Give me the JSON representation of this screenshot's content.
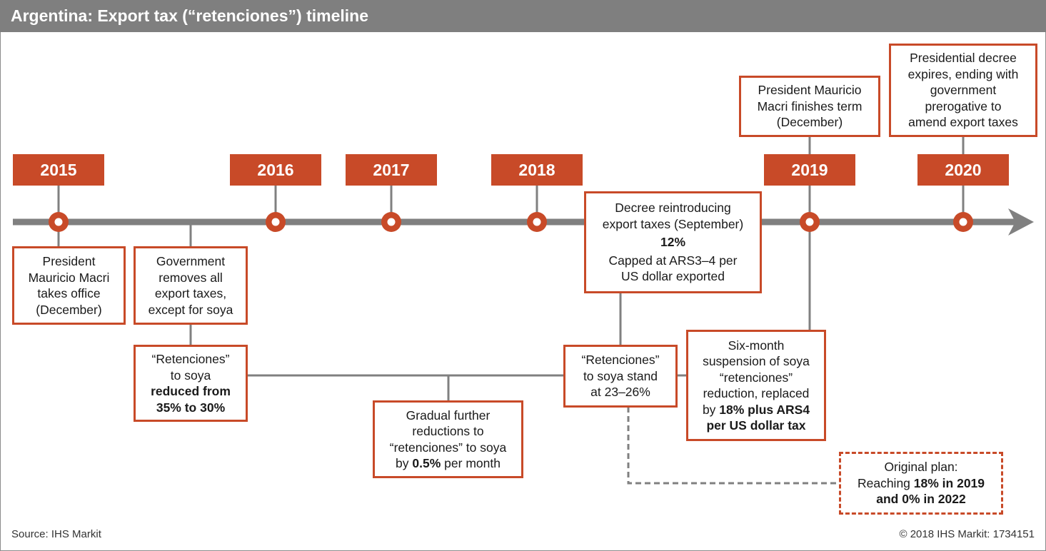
{
  "title": "Argentina: Export tax (“retenciones”) timeline",
  "years": [
    "2015",
    "2016",
    "2017",
    "2018",
    "2019",
    "2020"
  ],
  "events": {
    "macri_takes_office": [
      "President",
      "Mauricio Macri",
      "takes office",
      "(December)"
    ],
    "gov_removes_taxes": [
      "Government",
      "removes all",
      "export taxes,",
      "except for soya"
    ],
    "retenciones_reduced": [
      "“Retenciones”",
      "to soya",
      "reduced from",
      "35% to 30%"
    ],
    "gradual_reductions": [
      "Gradual further",
      "reductions to",
      "“retenciones” to soya",
      "by ",
      "0.5%",
      " per month"
    ],
    "decree_reintroducing": [
      "Decree reintroducing",
      "export taxes (September)",
      "12%",
      "Capped at ARS3–4 per",
      "US dollar exported"
    ],
    "retenciones_stand": [
      "“Retenciones”",
      "to soya stand",
      "at 23–26%"
    ],
    "six_month_suspension": [
      "Six-month",
      "suspension of soya",
      "“retenciones”",
      "reduction, replaced",
      "by ",
      "18% plus ARS4",
      "per US dollar tax"
    ],
    "macri_finishes_term": [
      "President Mauricio",
      "Macri finishes term",
      "(December)"
    ],
    "decree_expires": [
      "Presidential decree",
      "expires, ending with",
      "government",
      "prerogative to",
      "amend export taxes"
    ],
    "original_plan": [
      "Original plan:",
      "Reaching ",
      "18% in 2019",
      "and 0% in 2022"
    ]
  },
  "footer": {
    "source": "Source: IHS Markit",
    "copyright": "© 2018 IHS Markit: 1734151"
  },
  "colors": {
    "accent": "#c84a28",
    "timeline": "#808080",
    "header_bg": "#7f7f7f"
  }
}
